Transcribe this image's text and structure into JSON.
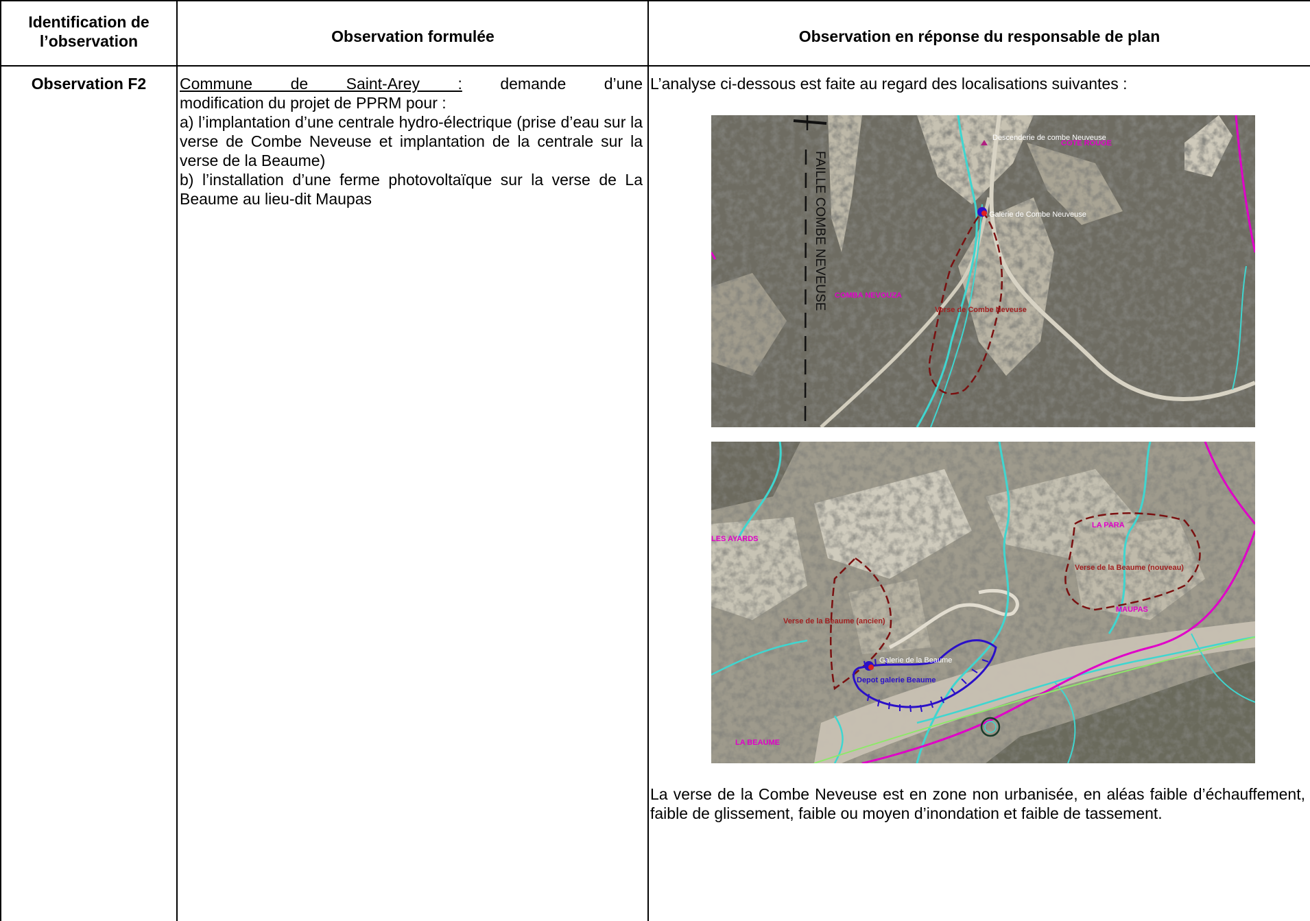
{
  "table": {
    "headers": {
      "identification": [
        "Identification de",
        "l’observation"
      ],
      "observation": "Observation formulée",
      "response": "Observation en réponse du responsable de plan"
    },
    "row": {
      "id": "Observation F2",
      "observation": {
        "commune": "Commune de Saint-Arey :",
        "first_line_rest": "demande d’une",
        "line2": "modification du projet de PPRM pour :",
        "item_a": "a) l’implantation d’une centrale hydro-électrique (prise d’eau sur la verse de Combe Neveuse et implantation de la centrale sur la verse de la Beaume)",
        "item_b": "b) l’installation d’une ferme photovoltaïque sur la verse de La Beaume au lieu-dit Maupas"
      },
      "response": {
        "intro": "L’analyse ci-dessous est faite au regard des localisations suivantes :",
        "conclusion": "La verse de la Combe Neveuse est en zone non urbanisée, en aléas faible d’échauffement, faible de glissement, faible ou moyen d’inondation et faible de tassement."
      }
    }
  },
  "map1": {
    "labels": {
      "descenderie": "Descenderie de combe Neuveuse",
      "cote_rouge": "COTE ROUGE",
      "galerie": "Galerie de Combe Neuveuse",
      "faille": "FAILLE COMBE NEVEUSE",
      "comba": "COMBA NEVOUZA",
      "verse": "Verse de Combe Neveuse"
    }
  },
  "map2": {
    "labels": {
      "les_ayards": "LES AYARDS",
      "la_para": "LA PARA",
      "verse_nouveau": "Verse de la Beaume (nouveau)",
      "maupas": "MAUPAS",
      "verse_ancien": "Verse de la Beaume (ancien)",
      "galerie": "Galerie de la Beaume",
      "depot": "Depot galerie Beaume",
      "la_beaume": "LA BEAUME"
    }
  },
  "colors": {
    "cyan_line": "#3fd6d0",
    "magenta_line": "#e000c8",
    "verse_outline": "#7a1010",
    "depot_outline": "#2a10c8",
    "green_line": "#8ee86a"
  }
}
